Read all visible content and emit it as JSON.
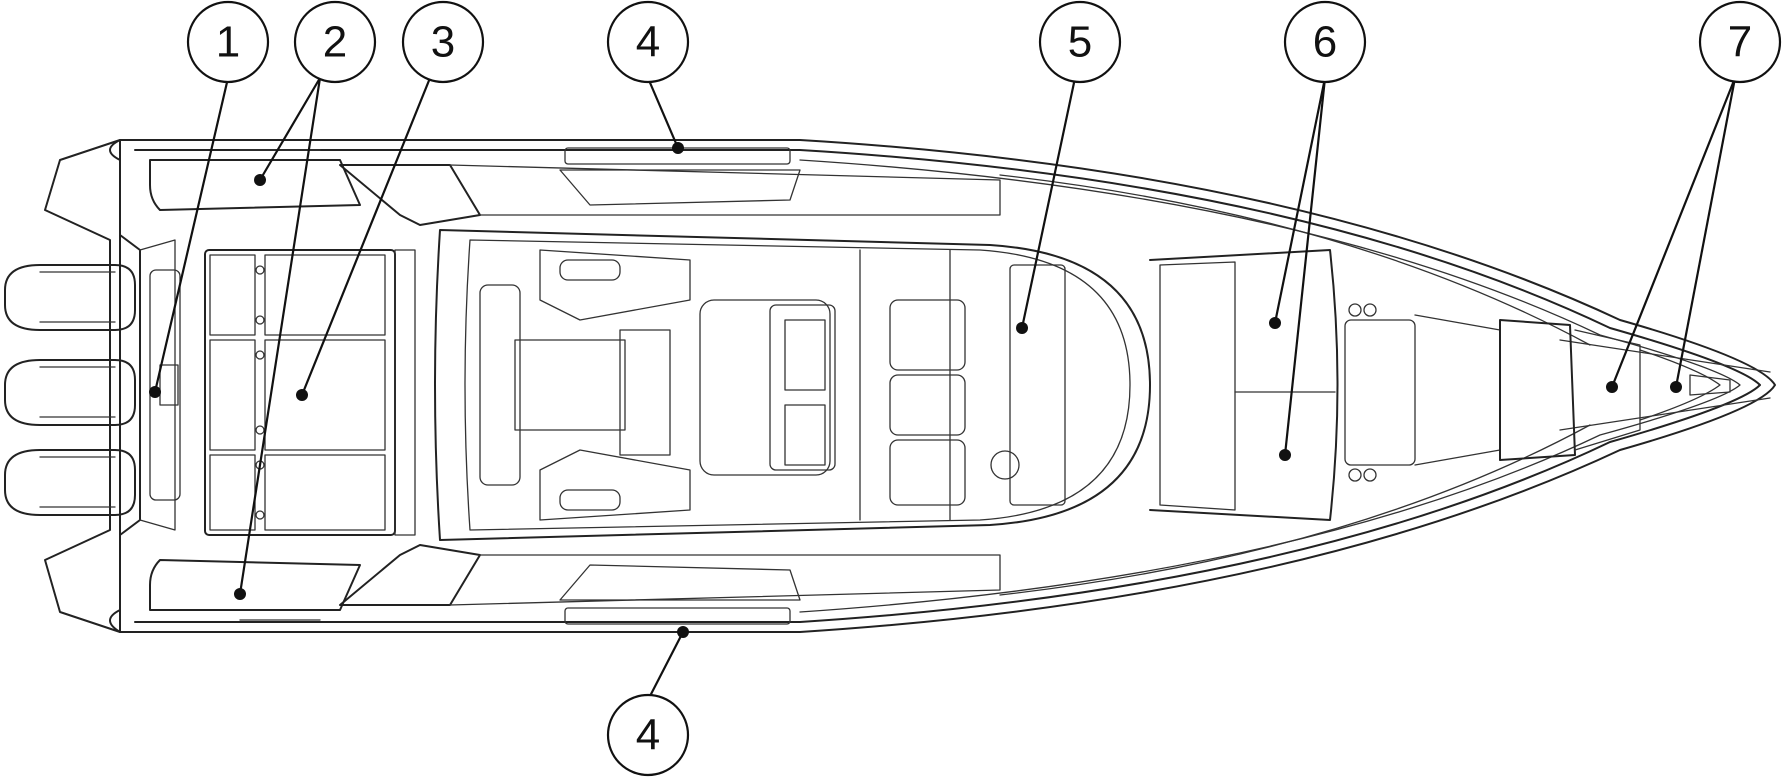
{
  "callouts": [
    {
      "id": "1",
      "label": "1"
    },
    {
      "id": "2",
      "label": "2"
    },
    {
      "id": "3",
      "label": "3"
    },
    {
      "id": "4",
      "label": "4"
    },
    {
      "id": "5",
      "label": "5"
    },
    {
      "id": "6",
      "label": "6"
    },
    {
      "id": "7",
      "label": "7"
    },
    {
      "id": "4b",
      "label": "4"
    }
  ]
}
